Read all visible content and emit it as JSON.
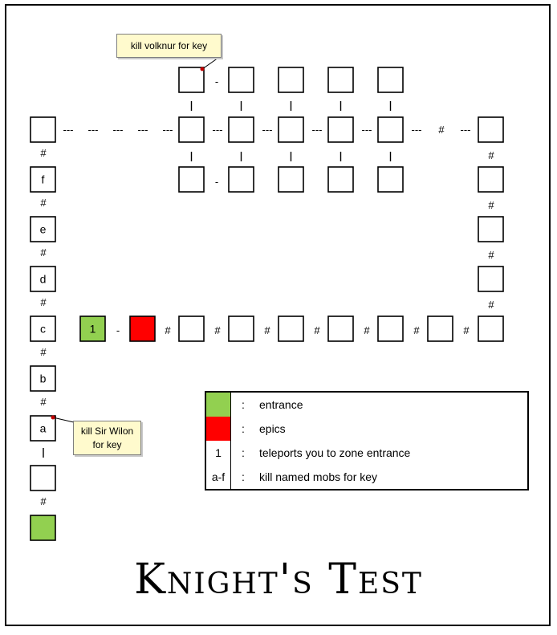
{
  "title": "Knight's Test",
  "colors": {
    "entrance": "#92d050",
    "epics": "#ff0000",
    "callout_bg": "#fffacd"
  },
  "rooms": {
    "left_column_labels": [
      "f",
      "e",
      "d",
      "c",
      "b",
      "a"
    ],
    "teleport_room_label": "1"
  },
  "connectors": {
    "hash": "#",
    "dash": "-",
    "long_dash": "---",
    "bar": "l"
  },
  "callouts": {
    "volknur": "kill volknur for key",
    "wilon_line1": "kill Sir Wilon",
    "wilon_line2": "for key"
  },
  "legend": [
    {
      "symbol": "",
      "color": "#92d050",
      "colon": ":",
      "text": "entrance"
    },
    {
      "symbol": "",
      "color": "#ff0000",
      "colon": ":",
      "text": "epics"
    },
    {
      "symbol": "1",
      "color": "#ffffff",
      "colon": ":",
      "text": "teleports you to zone entrance"
    },
    {
      "symbol": "a-f",
      "color": "#ffffff",
      "colon": ":",
      "text": "kill named mobs for key"
    }
  ]
}
